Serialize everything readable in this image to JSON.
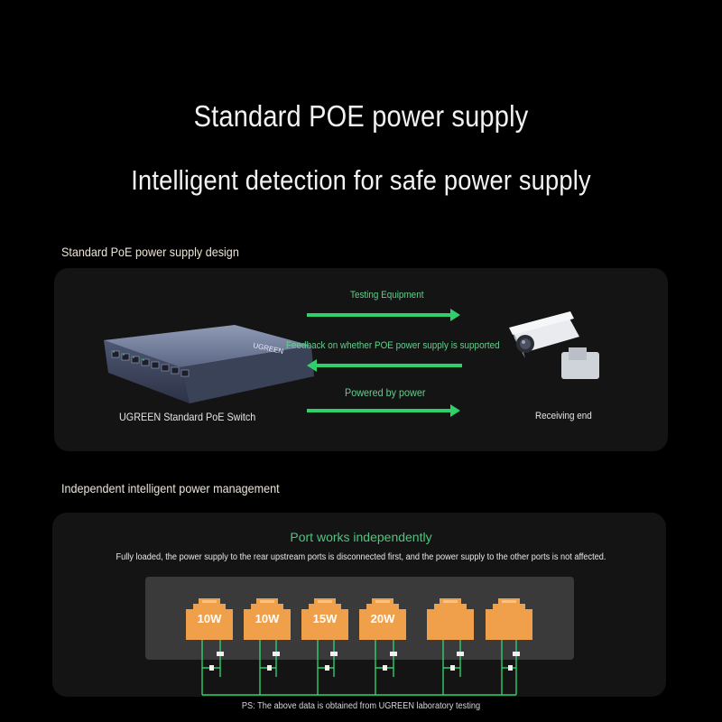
{
  "heading": {
    "title": "Standard POE power supply",
    "subtitle": "Intelligent detection for safe power supply"
  },
  "section1": {
    "label": "Standard PoE power supply design",
    "arrows": {
      "testing": "Testing Equipment",
      "feedback": "Feedback on whether POE power supply is supported",
      "powered": "Powered by power"
    },
    "switch_caption": "UGREEN Standard PoE Switch",
    "receiver_caption": "Receiving end",
    "switch_brand": "UGREEN"
  },
  "section2": {
    "label": "Independent intelligent power management",
    "title": "Port works independently",
    "description": "Fully loaded, the power supply to the rear upstream ports is disconnected first, and the power supply to the other ports is not affected.",
    "ports": [
      {
        "label": "10W"
      },
      {
        "label": "10W"
      },
      {
        "label": "15W"
      },
      {
        "label": "20W"
      },
      {
        "label": ""
      },
      {
        "label": ""
      }
    ]
  },
  "footnote": "PS: The above data is obtained from UGREEN laboratory testing",
  "colors": {
    "background": "#000000",
    "panel": "#141414",
    "accent_green": "#2fcf6b",
    "port_orange": "#f0a04a"
  }
}
